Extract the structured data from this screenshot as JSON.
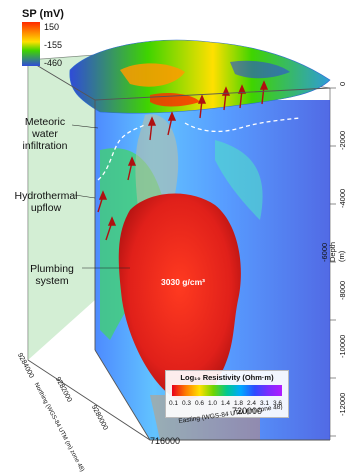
{
  "sp_legend": {
    "title": "SP (mV)",
    "ticks": [
      "150",
      "-155",
      "-460"
    ],
    "colors": [
      "#ff2a00",
      "#ffe000",
      "#3fd400",
      "#2f4bd8"
    ]
  },
  "labels": {
    "meteoric": "Meteoric water infiltration",
    "hydrothermal": "Hydrothermal upflow",
    "plumbing": "Plumbing system",
    "density": "3030 g/cm³"
  },
  "depth_axis": {
    "ticks": [
      "0",
      "-2000",
      "-4000",
      "-6000",
      "-8000",
      "-10000",
      "-12000"
    ],
    "label": "Depth (m)"
  },
  "easting_axis": {
    "ticks": [
      "716000",
      "720000"
    ],
    "label": "Easting (WGS-84 UTM (m) zone 48)"
  },
  "northing_axis": {
    "ticks": [
      "9284000",
      "9282000",
      "9280000"
    ],
    "label": "Northing (WGS-84 UTM (m) zone 48)"
  },
  "resistivity_legend": {
    "title": "Log₁₀ Resistivity (Ohm·m)",
    "ticks": [
      "0.1",
      "0.3",
      "0.6",
      "1.0",
      "1.4",
      "1.8",
      "2.4",
      "3.1",
      "3.6"
    ]
  }
}
